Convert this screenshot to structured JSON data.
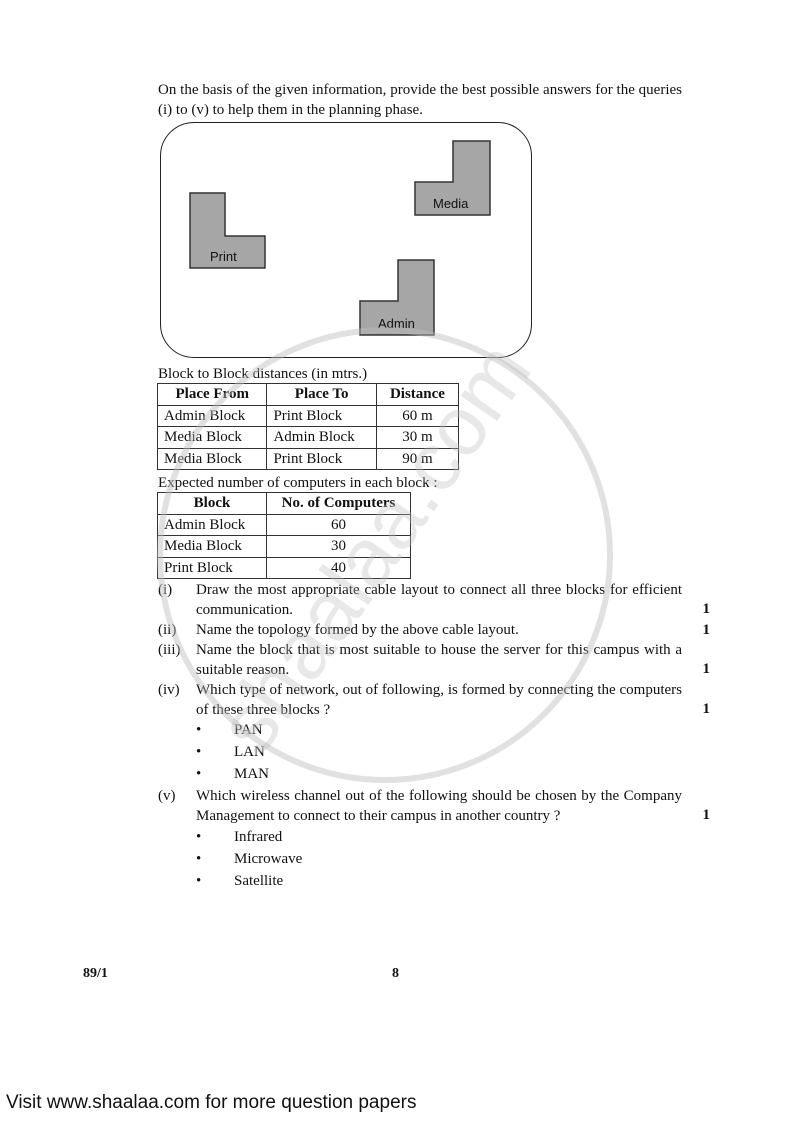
{
  "intro": "On the basis of the given information, provide the best possible answers for the queries (i) to (v) to help them in the planning phase.",
  "campus": {
    "blocks": [
      "Print",
      "Media",
      "Admin"
    ],
    "block_fill": "#a6a6a6"
  },
  "distances": {
    "caption": "Block to Block distances (in mtrs.)",
    "headers": [
      "Place From",
      "Place To",
      "Distance"
    ],
    "rows": [
      [
        "Admin Block",
        "Print Block",
        "60 m"
      ],
      [
        "Media Block",
        "Admin Block",
        "30 m"
      ],
      [
        "Media Block",
        "Print Block",
        "90 m"
      ]
    ]
  },
  "computers": {
    "caption": "Expected number of computers in each block :",
    "headers": [
      "Block",
      "No. of Computers"
    ],
    "rows": [
      [
        "Admin Block",
        "60"
      ],
      [
        "Media Block",
        "30"
      ],
      [
        "Print Block",
        "40"
      ]
    ]
  },
  "questions": [
    {
      "num": "(i)",
      "text": "Draw the most appropriate cable layout to connect all three blocks for efficient communication.",
      "marks": "1"
    },
    {
      "num": "(ii)",
      "text": "Name the topology formed by the above cable layout.",
      "marks": "1"
    },
    {
      "num": "(iii)",
      "text": "Name the block that is most suitable to house the server for this campus with a suitable reason.",
      "marks": "1"
    },
    {
      "num": "(iv)",
      "text": "Which type of network, out of following, is formed by connecting the computers of these three blocks ?",
      "marks": "1",
      "options": [
        "PAN",
        "LAN",
        "MAN"
      ]
    },
    {
      "num": "(v)",
      "text": "Which wireless channel out of the following should be chosen by the Company Management to connect to their campus in another country ?",
      "marks": "1",
      "options": [
        "Infrared",
        "Microwave",
        "Satellite"
      ]
    }
  ],
  "footer": {
    "code": "89/1",
    "page": "8"
  },
  "bullet": "•",
  "site_banner": "Visit www.shaalaa.com for more question papers",
  "watermark_text": "shaalaa.com"
}
